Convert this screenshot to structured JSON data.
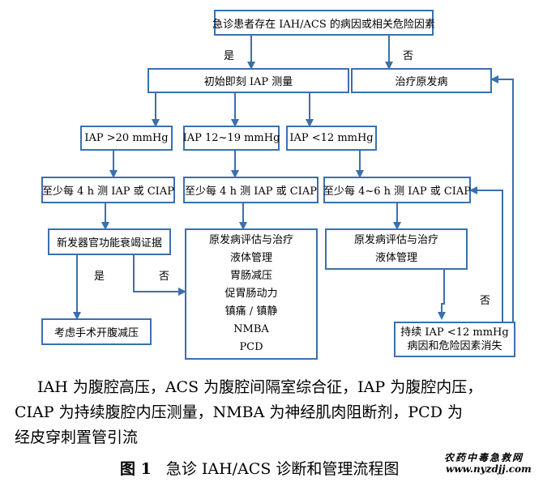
{
  "nodes": {
    "start": "急诊患者存在 IAH/ACS 的病因或相关危险因素",
    "initial_iap": "初始即刻 IAP 测量",
    "treat_primary": "治疗原发病",
    "iap_gt20": "IAP >20 mmHg",
    "iap_12_19": "IAP 12~19 mmHg",
    "iap_lt12": "IAP <12 mmHg",
    "measure_4h_a": "至少每 4 h 测 IAP 或 CIAP",
    "measure_4h_b": "至少每 4 h 测 IAP 或 CIAP",
    "measure_4_6h": "至少每 4~6 h 测 IAP 或 CIAP",
    "new_organ_failure": "新发器官功能衰竭证据",
    "surgery": "考虑手术开腹减压",
    "mgmt_full": [
      "原发病评估与治疗",
      "液体管理",
      "胃肠减压",
      "促胃肠动力",
      "镇痛 / 镇静",
      "NMBA",
      "PCD"
    ],
    "mgmt_short": [
      "原发病评估与治疗",
      "液体管理"
    ],
    "persist": [
      "持续 IAP <12 mmHg",
      "病因和危险因素消失"
    ]
  },
  "labels": {
    "yes_top": "是",
    "no_top": "否",
    "yes_mid": "是",
    "no_mid": "否",
    "no_right": "否"
  },
  "caption": {
    "line1": "IAH 为腹腔高压，ACS 为腹腔间隔室综合征，IAP 为腹腔内压，",
    "line2": "CIAP 为持续腹腔内压测量，NMBA 为神经肌肉阻断剂，PCD 为",
    "line3": "经皮穿刺置管引流",
    "fig_label": "图 1",
    "fig_title": "急诊 IAH/ACS 诊断和管理流程图"
  },
  "watermark": {
    "line1": "农药中毒急救网",
    "line2": "www.nyzdjj.com"
  },
  "colors": {
    "box_border": "#3a70ae",
    "arrow": "#3a70ae"
  }
}
